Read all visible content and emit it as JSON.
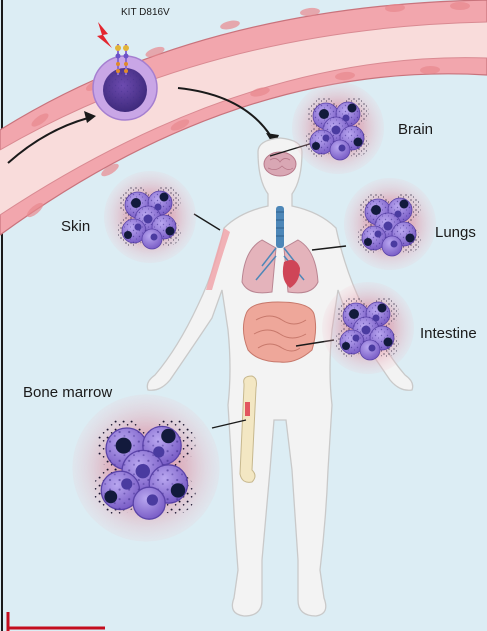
{
  "mutation": {
    "label": "KIT D816V"
  },
  "sites": {
    "brain": "Brain",
    "skin": "Skin",
    "lungs": "Lungs",
    "intestine": "Intestine",
    "bone_marrow": "Bone marrow"
  },
  "colors": {
    "background": "#dcedf4",
    "vessel_wall": "#f2a6ad",
    "vessel_lumen": "#f9dcdb",
    "mast_cell": "#8a6cd0",
    "cell_nucleus": "#121a3c",
    "inflammation_halo": "#d9506a",
    "body": "#f3f3f3",
    "frame_accent": "#c40d1e"
  },
  "icons": {
    "mutation": "lightning-bolt-icon",
    "receptor": "kit-receptor-icon"
  }
}
